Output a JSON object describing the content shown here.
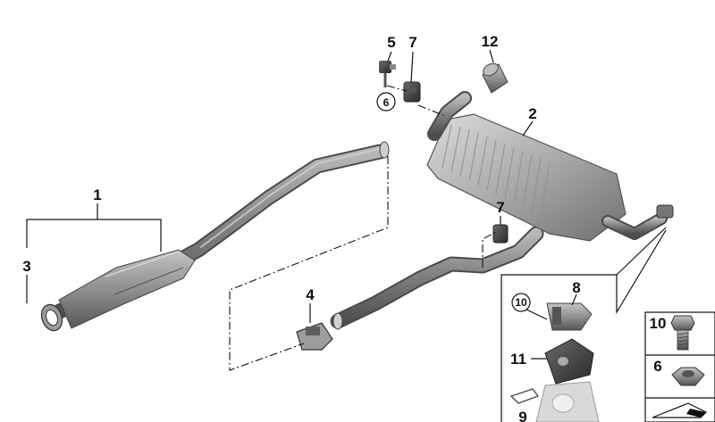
{
  "diagram": {
    "callouts": {
      "c1": "1",
      "c2": "2",
      "c3": "3",
      "c4": "4",
      "c5": "5",
      "c6": "6",
      "c7a": "7",
      "c7b": "7",
      "c8": "8",
      "c9": "9",
      "c10": "10",
      "c11": "11",
      "c12": "12"
    },
    "side_panel": {
      "bolt_label": "10",
      "nut_label": "6"
    }
  }
}
